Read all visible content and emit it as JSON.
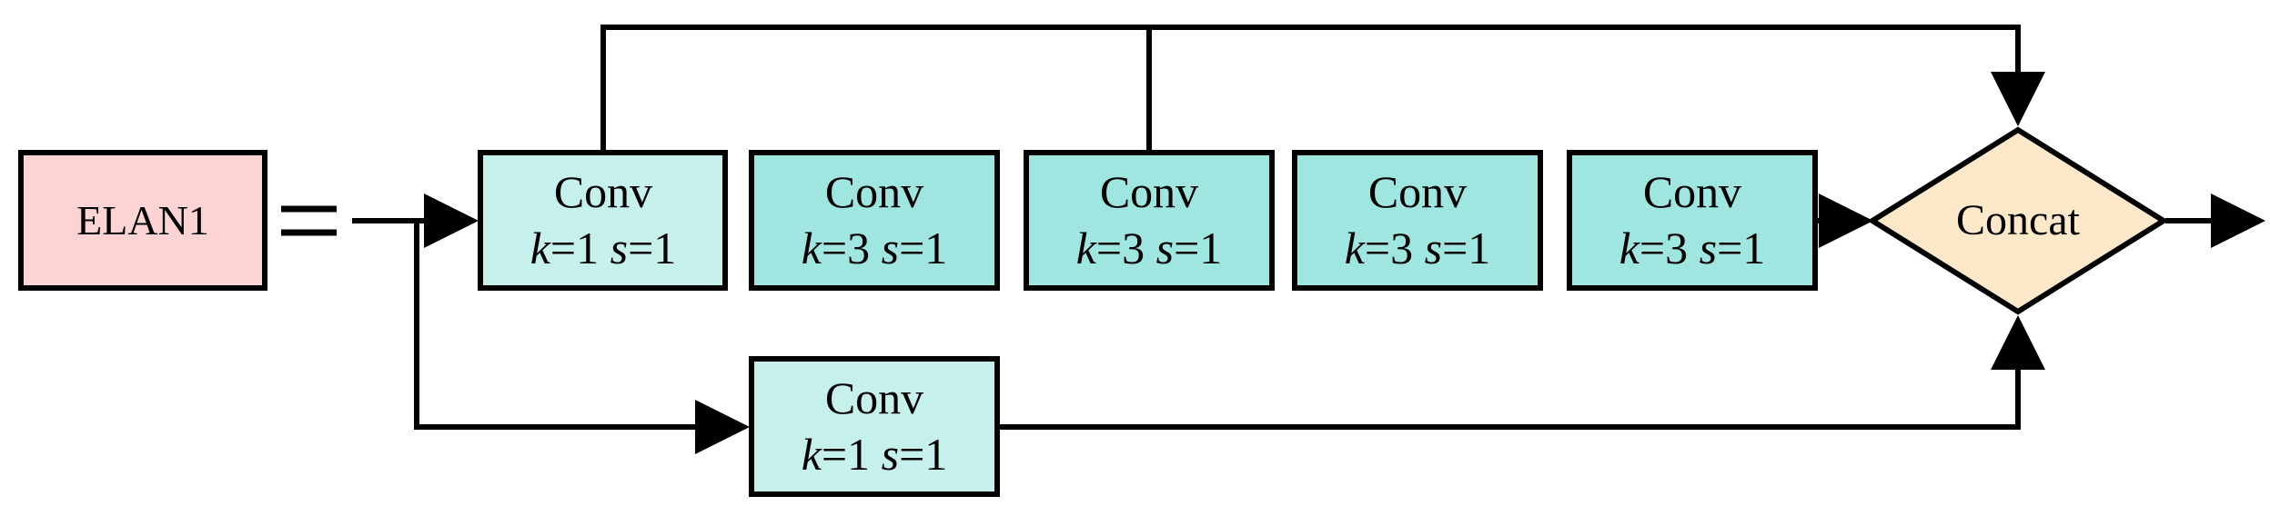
{
  "module": {
    "name": "ELAN1",
    "equals": "="
  },
  "blocks": [
    {
      "title": "Conv",
      "k_label": "k",
      "k_value": "=1",
      "s_label": "s",
      "s_value": "=1"
    },
    {
      "title": "Conv",
      "k_label": "k",
      "k_value": "=3",
      "s_label": "s",
      "s_value": "=1"
    },
    {
      "title": "Conv",
      "k_label": "k",
      "k_value": "=3",
      "s_label": "s",
      "s_value": "=1"
    },
    {
      "title": "Conv",
      "k_label": "k",
      "k_value": "=3",
      "s_label": "s",
      "s_value": "=1"
    },
    {
      "title": "Conv",
      "k_label": "k",
      "k_value": "=3",
      "s_label": "s",
      "s_value": "=1"
    },
    {
      "title": "Conv",
      "k_label": "k",
      "k_value": "=1",
      "s_label": "s",
      "s_value": "=1"
    }
  ],
  "concat": {
    "label": "Concat"
  },
  "colors": {
    "module_fill": "#fdd4d4",
    "conv_light_fill": "#c6f0ec",
    "conv_dark_fill": "#9ee6df",
    "concat_fill": "#fde9c9",
    "stroke": "#000000"
  }
}
